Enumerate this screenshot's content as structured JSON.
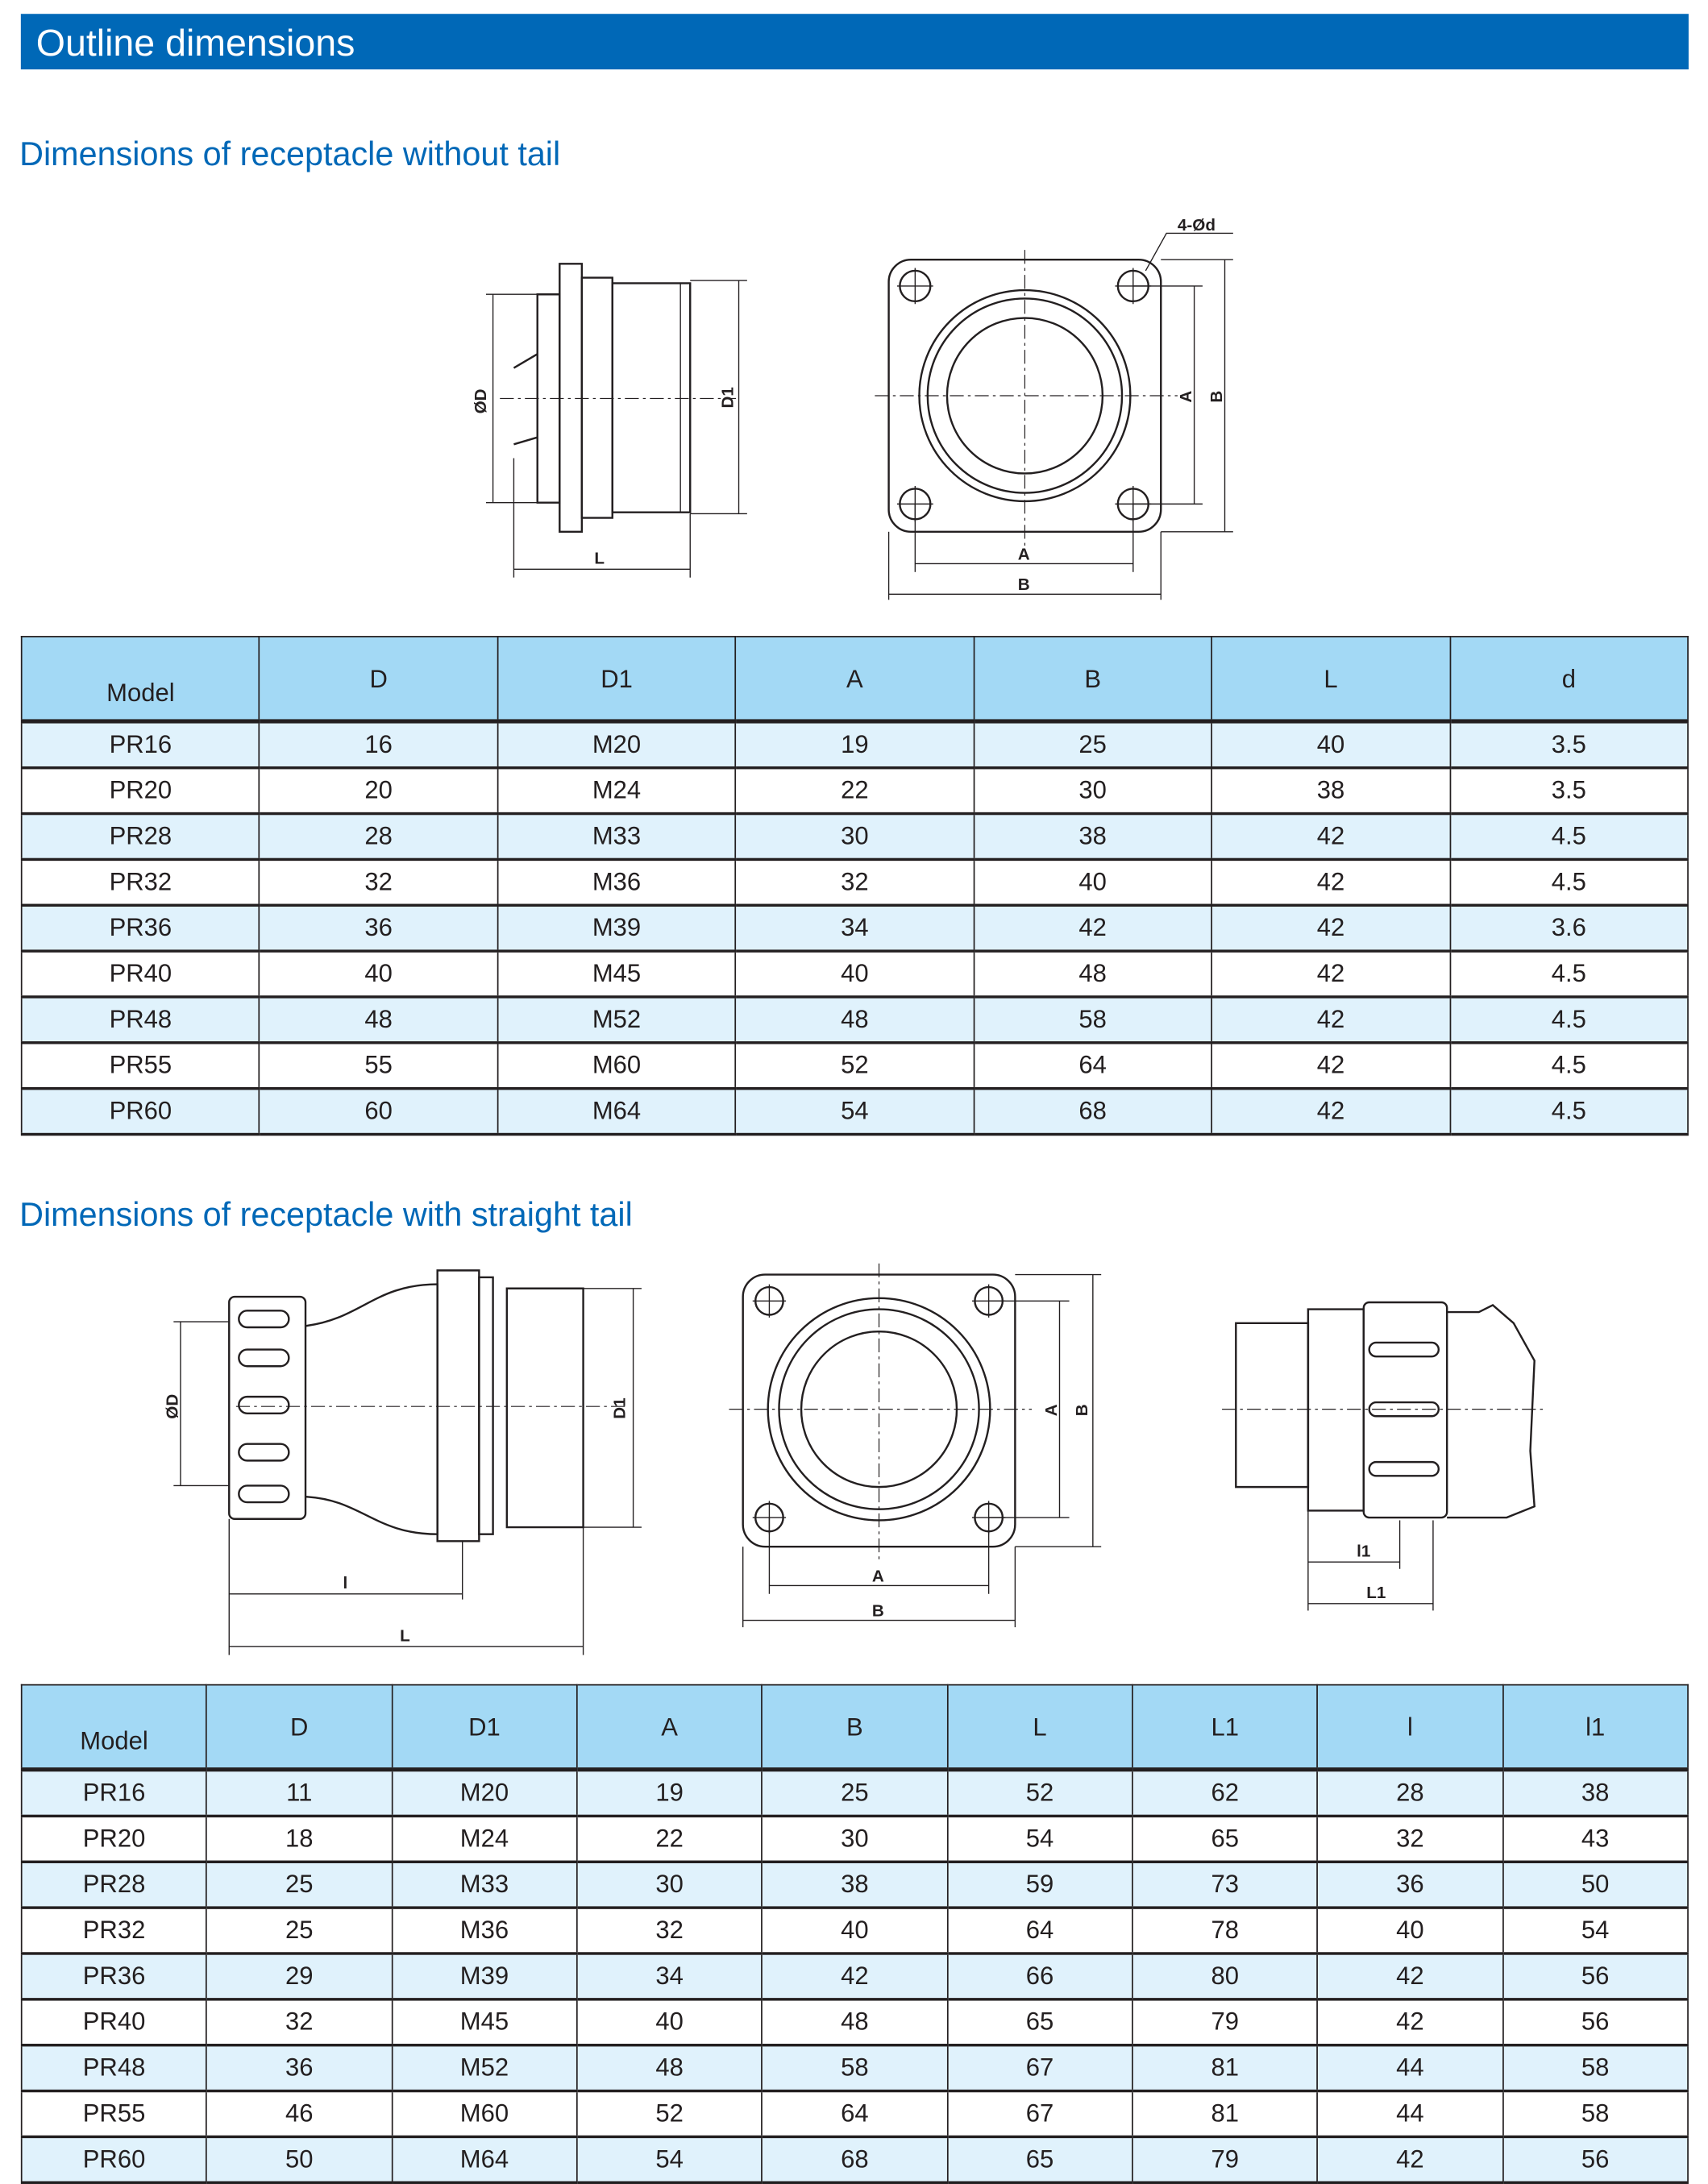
{
  "banner": {
    "title": "Outline dimensions"
  },
  "section1": {
    "title": "Dimensions of receptacle without tail",
    "drawing_labels": {
      "side_dia": "ØD",
      "side_d1": "D1",
      "side_len": "L",
      "holes": "4-Ød",
      "front_a_h": "A",
      "front_b_h": "B",
      "front_a_v": "A",
      "front_b_v": "B"
    },
    "table": {
      "headers": [
        "Model",
        "D",
        "D1",
        "A",
        "B",
        "L",
        "d"
      ],
      "rows": [
        [
          "PR16",
          "16",
          "M20",
          "19",
          "25",
          "40",
          "3.5"
        ],
        [
          "PR20",
          "20",
          "M24",
          "22",
          "30",
          "38",
          "3.5"
        ],
        [
          "PR28",
          "28",
          "M33",
          "30",
          "38",
          "42",
          "4.5"
        ],
        [
          "PR32",
          "32",
          "M36",
          "32",
          "40",
          "42",
          "4.5"
        ],
        [
          "PR36",
          "36",
          "M39",
          "34",
          "42",
          "42",
          "3.6"
        ],
        [
          "PR40",
          "40",
          "M45",
          "40",
          "48",
          "42",
          "4.5"
        ],
        [
          "PR48",
          "48",
          "M52",
          "48",
          "58",
          "42",
          "4.5"
        ],
        [
          "PR55",
          "55",
          "M60",
          "52",
          "64",
          "42",
          "4.5"
        ],
        [
          "PR60",
          "60",
          "M64",
          "54",
          "68",
          "42",
          "4.5"
        ]
      ]
    }
  },
  "section2": {
    "title": "Dimensions of receptacle with straight tail",
    "drawing_labels": {
      "side_dia": "ØD",
      "side_d1": "D1",
      "side_l": "l",
      "side_len": "L",
      "front_a_h": "A",
      "front_b_h": "B",
      "front_a_v": "A",
      "front_b_v": "B",
      "tail_l1": "l1",
      "tail_L1": "L1"
    },
    "table": {
      "headers": [
        "Model",
        "D",
        "D1",
        "A",
        "B",
        "L",
        "L1",
        "l",
        "l1"
      ],
      "rows": [
        [
          "PR16",
          "11",
          "M20",
          "19",
          "25",
          "52",
          "62",
          "28",
          "38"
        ],
        [
          "PR20",
          "18",
          "M24",
          "22",
          "30",
          "54",
          "65",
          "32",
          "43"
        ],
        [
          "PR28",
          "25",
          "M33",
          "30",
          "38",
          "59",
          "73",
          "36",
          "50"
        ],
        [
          "PR32",
          "25",
          "M36",
          "32",
          "40",
          "64",
          "78",
          "40",
          "54"
        ],
        [
          "PR36",
          "29",
          "M39",
          "34",
          "42",
          "66",
          "80",
          "42",
          "56"
        ],
        [
          "PR40",
          "32",
          "M45",
          "40",
          "48",
          "65",
          "79",
          "42",
          "56"
        ],
        [
          "PR48",
          "36",
          "M52",
          "48",
          "58",
          "67",
          "81",
          "44",
          "58"
        ],
        [
          "PR55",
          "46",
          "M60",
          "52",
          "64",
          "67",
          "81",
          "44",
          "58"
        ],
        [
          "PR60",
          "50",
          "M64",
          "54",
          "68",
          "65",
          "79",
          "42",
          "56"
        ]
      ]
    }
  }
}
